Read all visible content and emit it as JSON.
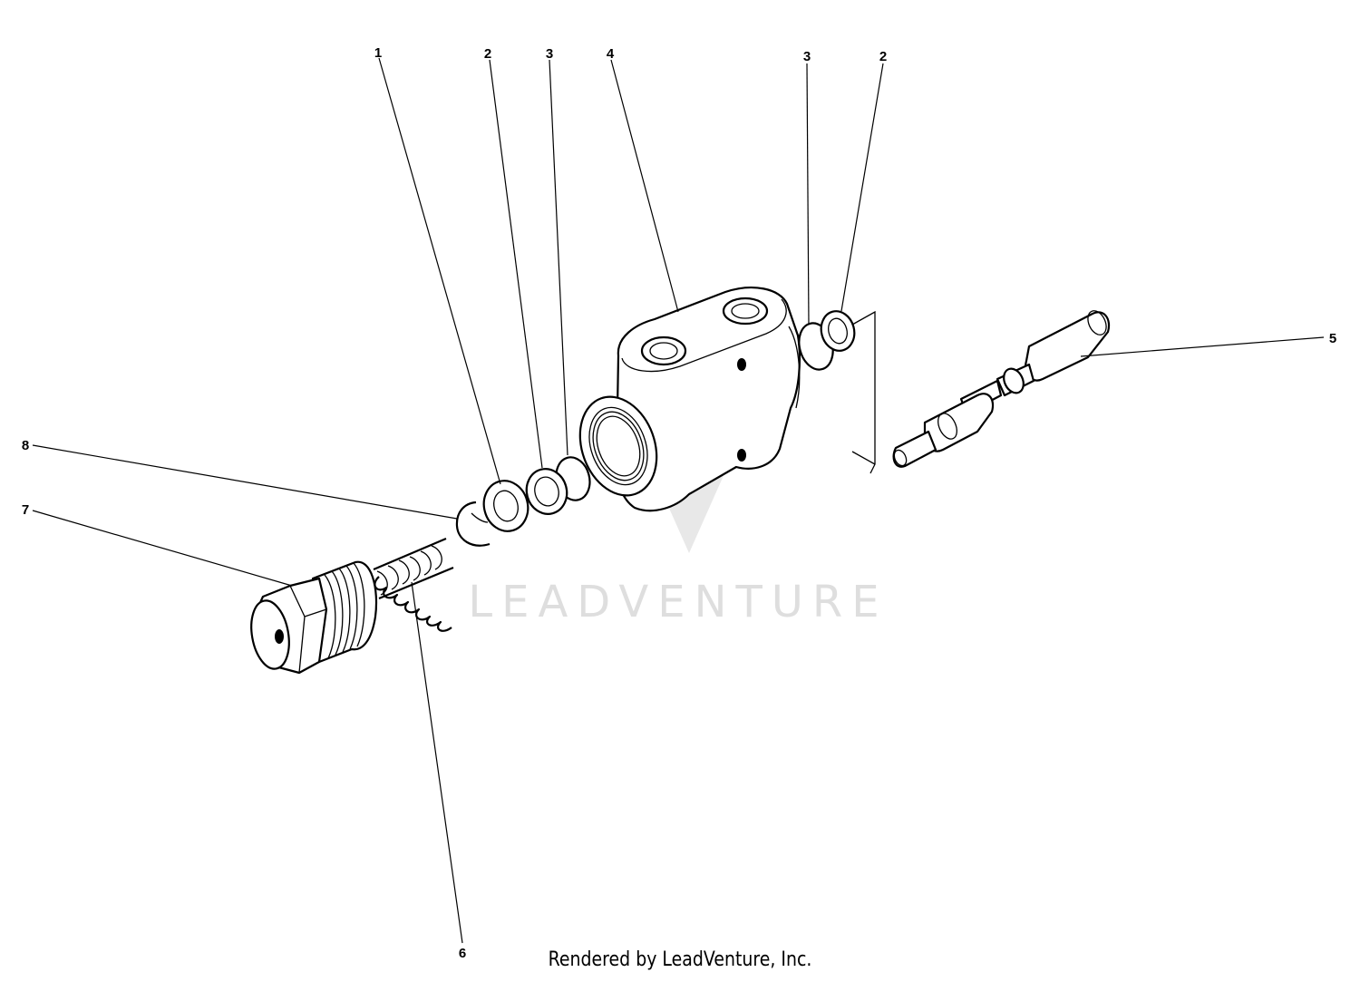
{
  "callouts": [
    {
      "id": "1",
      "label": "1"
    },
    {
      "id": "2a",
      "label": "2"
    },
    {
      "id": "3a",
      "label": "3"
    },
    {
      "id": "4",
      "label": "4"
    },
    {
      "id": "3b",
      "label": "3"
    },
    {
      "id": "2b",
      "label": "2"
    },
    {
      "id": "5",
      "label": "5"
    },
    {
      "id": "8",
      "label": "8"
    },
    {
      "id": "7",
      "label": "7"
    },
    {
      "id": "6",
      "label": "6"
    }
  ],
  "watermark": "LEADVENTURE",
  "credit": "Rendered by LeadVenture, Inc."
}
